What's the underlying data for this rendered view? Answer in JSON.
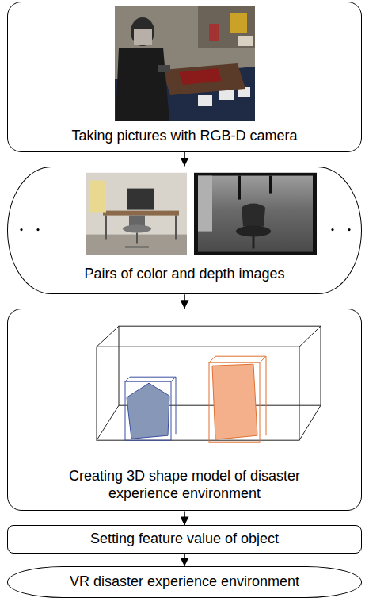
{
  "diagram": {
    "nodes": [
      {
        "text": [
          "Taking pictures with RGB-D camera"
        ]
      },
      {
        "text": [
          "Pairs of color and depth images"
        ]
      },
      {
        "text": [
          "Creating 3D shape model of disaster experience environment"
        ]
      },
      {
        "text": [
          "Setting feature value of object"
        ]
      },
      {
        "text": [
          "VR disaster experience environment"
        ]
      }
    ],
    "edges": [
      {
        "from": 0,
        "to": 1,
        "arrow": "to"
      },
      {
        "from": 1,
        "to": 2,
        "arrow": "to"
      },
      {
        "from": 2,
        "to": 3,
        "arrow": "to"
      },
      {
        "from": 3,
        "to": 4,
        "arrow": "to"
      }
    ]
  }
}
